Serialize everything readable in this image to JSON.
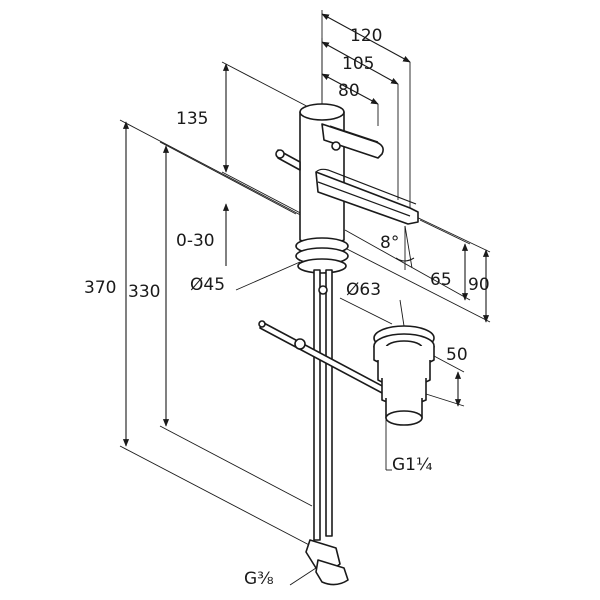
{
  "dimensions": {
    "width_120": "120",
    "width_105": "105",
    "width_80": "80",
    "height_135": "135",
    "range_0_30": "0-30",
    "dia_45": "Ø45",
    "height_370": "370",
    "height_330": "330",
    "angle_8": "8°",
    "height_65": "65",
    "height_90": "90",
    "dia_63": "Ø63",
    "height_50": "50",
    "thread_g1_1_4": "G1¼",
    "thread_g3_8": "G⅜"
  },
  "colors": {
    "line": "#1a1a1a",
    "background": "#ffffff"
  }
}
